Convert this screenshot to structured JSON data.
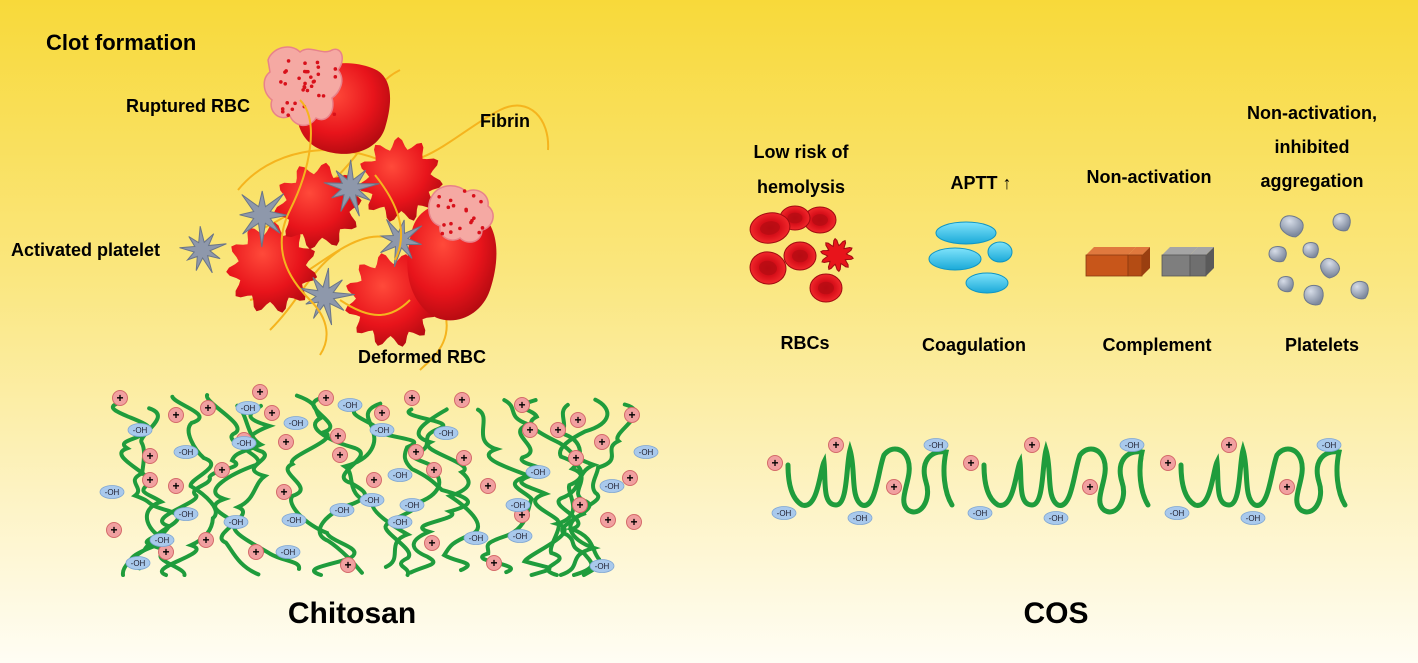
{
  "left_panel": {
    "title": "Clot formation",
    "labels": {
      "ruptured_rbc": "Ruptured RBC",
      "fibrin": "Fibrin",
      "activated_platelet": "Activated platelet",
      "deformed_rbc": "Deformed RBC"
    },
    "material": "Chitosan"
  },
  "right_panel": {
    "columns": [
      {
        "top_line1": "Low risk of",
        "top_line2": "hemolysis",
        "bottom": "RBCs"
      },
      {
        "top_line1": "APTT ↑",
        "bottom": "Coagulation"
      },
      {
        "top_line1": "Non-activation",
        "bottom": "Complement"
      },
      {
        "top_line1": "Non-activation,",
        "top_line2": "inhibited",
        "top_line3": "aggregation",
        "bottom": "Platelets"
      }
    ],
    "material": "COS"
  },
  "chain_labels": {
    "plus": "+",
    "hydroxyl": "-OH"
  },
  "colors": {
    "rbc_red": "#e8141b",
    "fibrin": "#f5b41e",
    "platelet": "#8e98ab",
    "chain_green": "#1f9c3c",
    "plus_badge": "#f1a0a0",
    "oh_badge": "#a9c9ec",
    "coag_blue": "#2ec2ea",
    "complement_orange": "#c8561a",
    "complement_gray": "#7e7e7e",
    "platelet_rest": "#9aa4b6"
  }
}
